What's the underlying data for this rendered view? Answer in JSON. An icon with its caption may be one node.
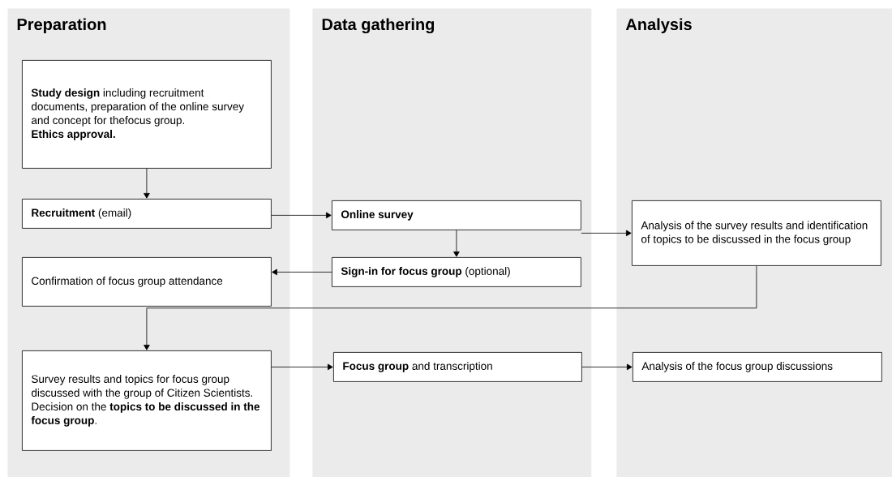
{
  "diagram": {
    "nodes": [
      {
        "text": [
          "Preparation"
        ]
      },
      {
        "text": [
          "Data gathering"
        ]
      },
      {
        "text": [
          "Analysis"
        ]
      },
      {
        "text": [
          "**Study design** including recruitment documents, preparation of the online survey and concept for thefocus group.",
          "Ethics approval."
        ],
        "in": 0
      },
      {
        "text": [
          "**Recruitment** (email)"
        ],
        "in": 0
      },
      {
        "text": [
          "Online survey"
        ],
        "in": 1
      },
      {
        "text": [
          "Analysis of the survey results and identification of topics to be discussed in the focus group"
        ],
        "in": 2
      },
      {
        "text": [
          "**Sign-in for focus group** (optional)"
        ],
        "in": 1
      },
      {
        "text": [
          "Confirmation of focus group attendance"
        ],
        "in": 0
      },
      {
        "text": [
          "Survey results and topics for focus group discussed with the group of Citizen Scientists. Decision on the **topics to be discussed in the focus group**."
        ],
        "in": 0
      },
      {
        "text": [
          "**Focus group** and transcription"
        ],
        "in": 1
      },
      {
        "text": [
          "Analysis of the focus group discussions"
        ],
        "in": 2
      }
    ],
    "edges": [
      {
        "from": 3,
        "to": 4,
        "arrow": "to"
      },
      {
        "from": 4,
        "to": 5,
        "arrow": "to"
      },
      {
        "from": 5,
        "to": 7,
        "arrow": "to"
      },
      {
        "from": 5,
        "to": 6,
        "arrow": "to"
      },
      {
        "from": 7,
        "to": 8,
        "arrow": "to"
      },
      {
        "from": 6,
        "to": 9,
        "arrow": "to"
      },
      {
        "from": 9,
        "to": 10,
        "arrow": "to"
      },
      {
        "from": 10,
        "to": 11,
        "arrow": "to"
      }
    ]
  }
}
